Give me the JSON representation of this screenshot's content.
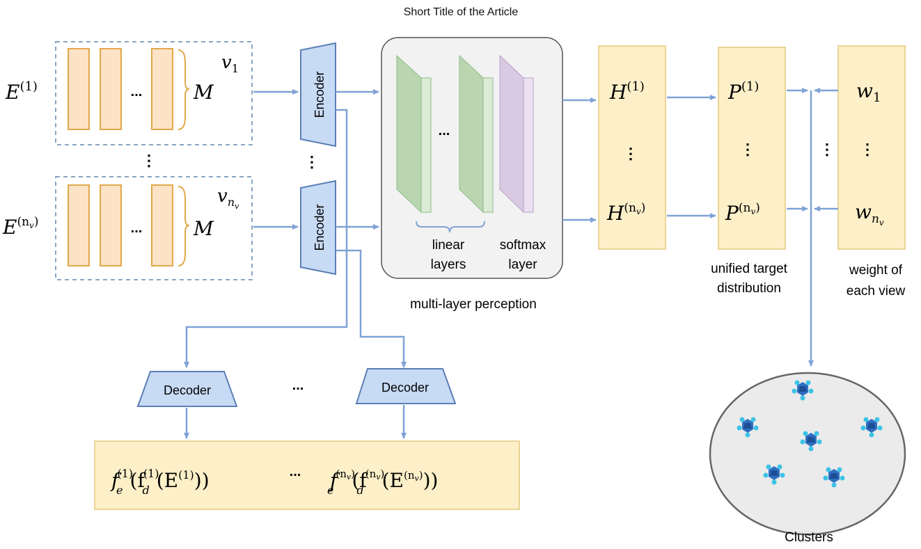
{
  "header": {
    "title": "Short Title of the Article"
  },
  "views": [
    {
      "label": "E",
      "sup": "(1)",
      "view": "v",
      "view_sub": "1",
      "m": "M",
      "ellipsis": "..."
    },
    {
      "label": "E",
      "sup": "(n",
      "sup_sub": "v",
      "sup_close": ")",
      "view": "v",
      "view_sub": "n",
      "view_subsub": "v",
      "m": "M",
      "ellipsis": "..."
    }
  ],
  "view_gap_dots": "⋮",
  "encoder_gap_dots": "⋮",
  "encoder_label": "Encoder",
  "decoder_label": "Decoder",
  "decoder_gap": "...",
  "mlp": {
    "dots": "...",
    "linear_label_1": "linear",
    "linear_label_2": "layers",
    "softmax_label_1": "softmax",
    "softmax_label_2": "layer",
    "caption": "multi-layer perception"
  },
  "h_box": {
    "top": "H",
    "top_sup": "(1)",
    "dots": "⋮",
    "bottom": "H",
    "bottom_sup": "(n",
    "bottom_sup_sub": "v",
    "bottom_sup_close": ")"
  },
  "p_box": {
    "top": "P",
    "top_sup": "(1)",
    "dots": "⋮",
    "bottom": "P",
    "bottom_sup": "(n",
    "bottom_sup_sub": "v",
    "bottom_sup_close": ")",
    "caption_1": "unified target",
    "caption_2": "distribution"
  },
  "w_box": {
    "top": "w",
    "top_sub": "1",
    "dots": "⋮",
    "bottom": "w",
    "bottom_sub": "n",
    "bottom_subsub": "v",
    "caption_1": "weight of",
    "caption_2": "each view"
  },
  "merge_dots": "⋮",
  "recon": {
    "left": "f",
    "left_sub": "e",
    "left_sup": "(1)",
    "left_inner": "(f",
    "left_inner_sub": "d",
    "left_inner_sup": "(1)",
    "left_arg": "(E",
    "left_arg_sup": "(1)",
    "left_close": "))",
    "ellipsis": "...",
    "right": "f",
    "right_sub": "e",
    "right_sup": "(n",
    "right_sup_sub": "v",
    "right_sup_close": ")",
    "right_inner": "(f",
    "right_inner_sub": "d",
    "right_inner_sup": "(n",
    "right_inner_sup_sub": "v",
    "right_inner_sup_close": ")",
    "right_arg": "(E",
    "right_arg_sup": "(n",
    "right_arg_sup_sub": "v",
    "right_arg_sup_close": ")",
    "right_close": "))"
  },
  "clusters": {
    "caption": "Clusters",
    "icon": "cluster-icon"
  },
  "colors": {
    "arrow": "#7fa2d6",
    "dash": "#8aa4c4",
    "bar_fill": "#fde3c6",
    "bar_stroke": "#e0a84a",
    "box_fill": "#fdf0c9",
    "box_stroke": "#e3c77a",
    "enc_fill": "#c8dbf5",
    "enc_stroke": "#5b7fb5",
    "linear": "#b9d6b1",
    "softmax": "#d9c9e3",
    "mlp_bg": "#f2f2f2"
  }
}
